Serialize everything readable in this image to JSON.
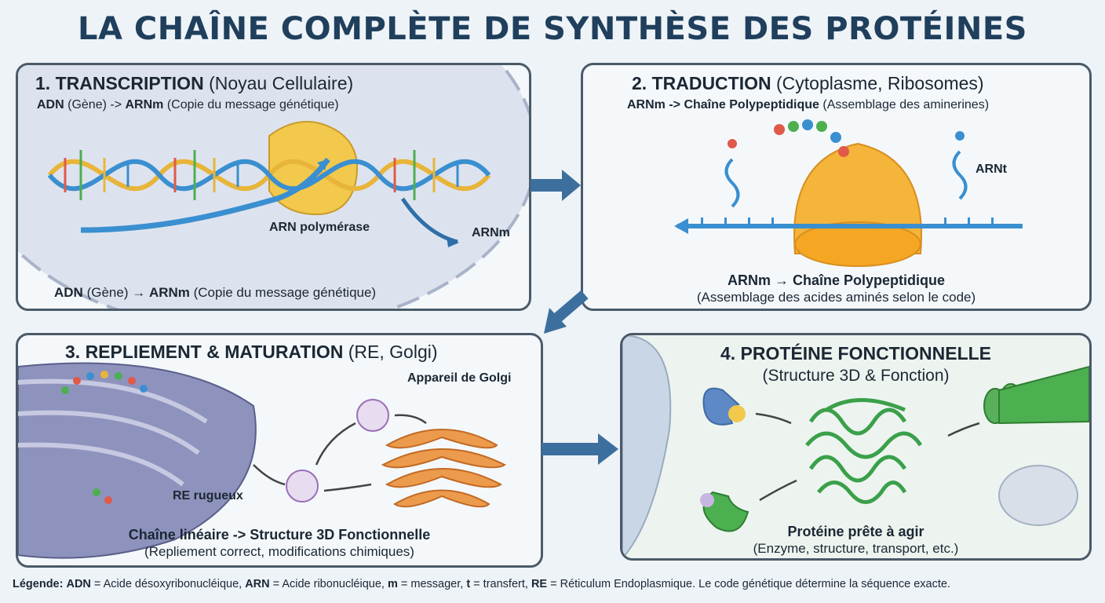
{
  "title": "LA CHAÎNE COMPLÈTE DE SYNTHÈSE DES PROTÉINES",
  "panels": {
    "transcription": {
      "title_bold": "1. TRANSCRIPTION",
      "title_rest": " (Noyau Cellulaire)",
      "sub_bold1": "ADN",
      "sub_mid": " (Gène) -> ",
      "sub_bold2": "ARNm",
      "sub_rest": " (Copie du message génétique)",
      "label_polymerase": "ARN polymérase",
      "label_arnm": "ARNm",
      "foot_bold1": "ADN",
      "foot_mid": " (Gène) → ",
      "foot_bold2": "ARNm",
      "foot_rest": " (Copie du message génétique)"
    },
    "traduction": {
      "title_bold": "2. TRADUCTION",
      "title_rest": " (Cytoplasme, Ribosomes)",
      "sub_bold": "ARNm -> Chaîne Polypeptidique",
      "sub_rest": " (Assemblage des aminerines)",
      "label_arnt": "ARNt",
      "foot_bold": "ARNm → Chaîne Polypeptidique",
      "foot_rest": "(Assemblage des acides aminés selon le code)"
    },
    "repliement": {
      "title_bold": "3. REPLIEMENT & MATURATION",
      "title_rest": " (RE, Golgi)",
      "label_golgi": "Appareil de Golgi",
      "label_re": "RE rugueux",
      "foot_bold": "Chaîne linéaire -> Structure 3D Fonctionnelle",
      "foot_rest": "(Repliement correct, modifications chimiques)"
    },
    "proteine": {
      "title_bold": "4. PROTÉINE FONCTIONNELLE",
      "title_rest": "(Structure 3D & Fonction)",
      "foot_bold": "Protéine prête à agir",
      "foot_rest": "(Enzyme, structure, transport, etc.)"
    }
  },
  "legend": {
    "label": "Légende:",
    "k1": "ADN",
    "v1": " = Acide désoxyribonucléique, ",
    "k2": "ARN",
    "v2": " = Acide ribonucléique, ",
    "k3": "m",
    "v3": " = messager, ",
    "k4": "t",
    "v4": " = transfert, ",
    "k5": "RE",
    "v5": " = Réticulum Endoplasmique. Le code génétique détermine la séquence exacte."
  },
  "colors": {
    "title": "#1f3f5c",
    "arrow": "#3d6f9e",
    "dna_blue": "#3a8fd0",
    "dna_gold": "#e8b53a",
    "ribosome": "#f5b43a",
    "golgi": "#e98a3a",
    "protein": "#3aa04a",
    "er": "#6a6f9e"
  }
}
